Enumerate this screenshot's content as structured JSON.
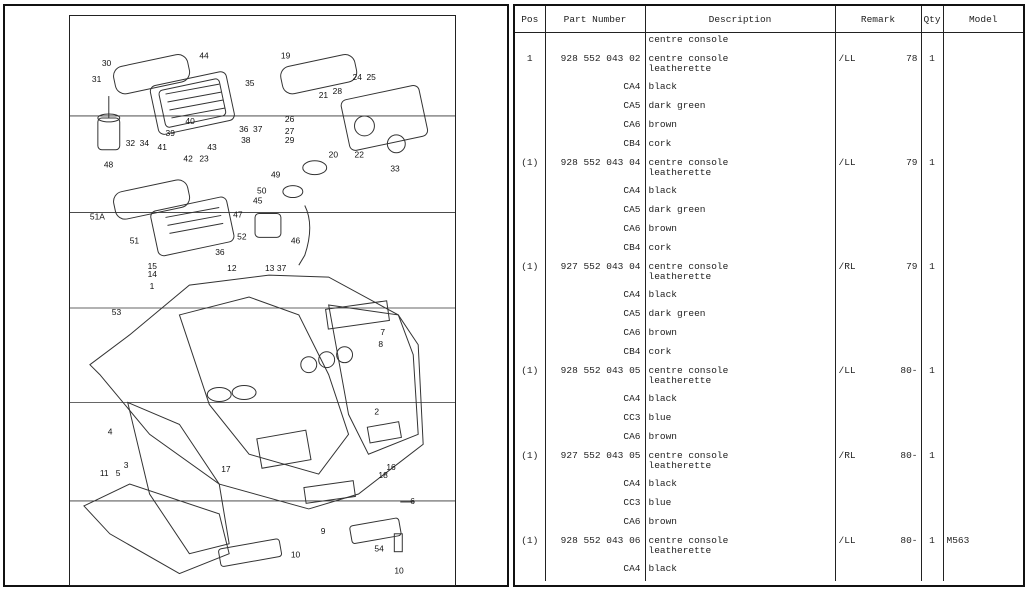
{
  "table": {
    "headers": {
      "pos": "Pos",
      "part": "Part Number",
      "desc": "Description",
      "remark": "Remark",
      "qty": "Qty",
      "model": "Model"
    },
    "rows": [
      {
        "pos": "",
        "part": "",
        "desc": [
          "centre console"
        ],
        "remark": "",
        "year": "",
        "qty": "",
        "model": ""
      },
      {
        "pos": "1",
        "part": "928 552 043 02",
        "desc": [
          "centre console",
          "leatherette"
        ],
        "remark": "/LL",
        "year": "78",
        "qty": "1",
        "model": ""
      },
      {
        "pos": "",
        "part": "CA4",
        "desc": [
          "black"
        ],
        "remark": "",
        "year": "",
        "qty": "",
        "model": ""
      },
      {
        "pos": "",
        "part": "CA5",
        "desc": [
          "dark green"
        ],
        "remark": "",
        "year": "",
        "qty": "",
        "model": ""
      },
      {
        "pos": "",
        "part": "CA6",
        "desc": [
          "brown"
        ],
        "remark": "",
        "year": "",
        "qty": "",
        "model": ""
      },
      {
        "pos": "",
        "part": "CB4",
        "desc": [
          "cork"
        ],
        "remark": "",
        "year": "",
        "qty": "",
        "model": ""
      },
      {
        "pos": "(1)",
        "part": "928 552 043 04",
        "desc": [
          "centre console",
          "leatherette"
        ],
        "remark": "/LL",
        "year": "79",
        "qty": "1",
        "model": ""
      },
      {
        "pos": "",
        "part": "CA4",
        "desc": [
          "black"
        ],
        "remark": "",
        "year": "",
        "qty": "",
        "model": ""
      },
      {
        "pos": "",
        "part": "CA5",
        "desc": [
          "dark green"
        ],
        "remark": "",
        "year": "",
        "qty": "",
        "model": ""
      },
      {
        "pos": "",
        "part": "CA6",
        "desc": [
          "brown"
        ],
        "remark": "",
        "year": "",
        "qty": "",
        "model": ""
      },
      {
        "pos": "",
        "part": "CB4",
        "desc": [
          "cork"
        ],
        "remark": "",
        "year": "",
        "qty": "",
        "model": ""
      },
      {
        "pos": "(1)",
        "part": "927 552 043 04",
        "desc": [
          "centre console",
          "leatherette"
        ],
        "remark": "/RL",
        "year": "79",
        "qty": "1",
        "model": ""
      },
      {
        "pos": "",
        "part": "CA4",
        "desc": [
          "black"
        ],
        "remark": "",
        "year": "",
        "qty": "",
        "model": ""
      },
      {
        "pos": "",
        "part": "CA5",
        "desc": [
          "dark green"
        ],
        "remark": "",
        "year": "",
        "qty": "",
        "model": ""
      },
      {
        "pos": "",
        "part": "CA6",
        "desc": [
          "brown"
        ],
        "remark": "",
        "year": "",
        "qty": "",
        "model": ""
      },
      {
        "pos": "",
        "part": "CB4",
        "desc": [
          "cork"
        ],
        "remark": "",
        "year": "",
        "qty": "",
        "model": ""
      },
      {
        "pos": "(1)",
        "part": "928 552 043 05",
        "desc": [
          "centre console",
          "leatherette"
        ],
        "remark": "/LL",
        "year": "80-",
        "qty": "1",
        "model": ""
      },
      {
        "pos": "",
        "part": "CA4",
        "desc": [
          "black"
        ],
        "remark": "",
        "year": "",
        "qty": "",
        "model": ""
      },
      {
        "pos": "",
        "part": "CC3",
        "desc": [
          "blue"
        ],
        "remark": "",
        "year": "",
        "qty": "",
        "model": ""
      },
      {
        "pos": "",
        "part": "CA6",
        "desc": [
          "brown"
        ],
        "remark": "",
        "year": "",
        "qty": "",
        "model": ""
      },
      {
        "pos": "(1)",
        "part": "927 552 043 05",
        "desc": [
          "centre console",
          "leatherette"
        ],
        "remark": "/RL",
        "year": "80-",
        "qty": "1",
        "model": ""
      },
      {
        "pos": "",
        "part": "CA4",
        "desc": [
          "black"
        ],
        "remark": "",
        "year": "",
        "qty": "",
        "model": ""
      },
      {
        "pos": "",
        "part": "CC3",
        "desc": [
          "blue"
        ],
        "remark": "",
        "year": "",
        "qty": "",
        "model": ""
      },
      {
        "pos": "",
        "part": "CA6",
        "desc": [
          "brown"
        ],
        "remark": "",
        "year": "",
        "qty": "",
        "model": ""
      },
      {
        "pos": "(1)",
        "part": "928 552 043 06",
        "desc": [
          "centre console",
          "leatherette"
        ],
        "remark": "/LL",
        "year": "80-",
        "qty": "1",
        "model": "M563"
      },
      {
        "pos": "",
        "part": "CA4",
        "desc": [
          "black"
        ],
        "remark": "",
        "year": "",
        "qty": "",
        "model": ""
      }
    ]
  },
  "diagram": {
    "callouts": [
      "30",
      "44",
      "31",
      "35",
      "19",
      "24",
      "25",
      "21",
      "28",
      "36",
      "37",
      "32",
      "34",
      "38",
      "40",
      "39",
      "43",
      "41",
      "42",
      "23",
      "26",
      "27",
      "29",
      "20",
      "22",
      "33",
      "48",
      "49",
      "50",
      "45",
      "51A",
      "47",
      "51",
      "52",
      "46",
      "15",
      "36",
      "14",
      "12",
      "13",
      "37",
      "1",
      "53",
      "7",
      "8",
      "2",
      "4",
      "3",
      "5",
      "17",
      "16",
      "18",
      "11",
      "6",
      "9",
      "54",
      "10"
    ]
  }
}
